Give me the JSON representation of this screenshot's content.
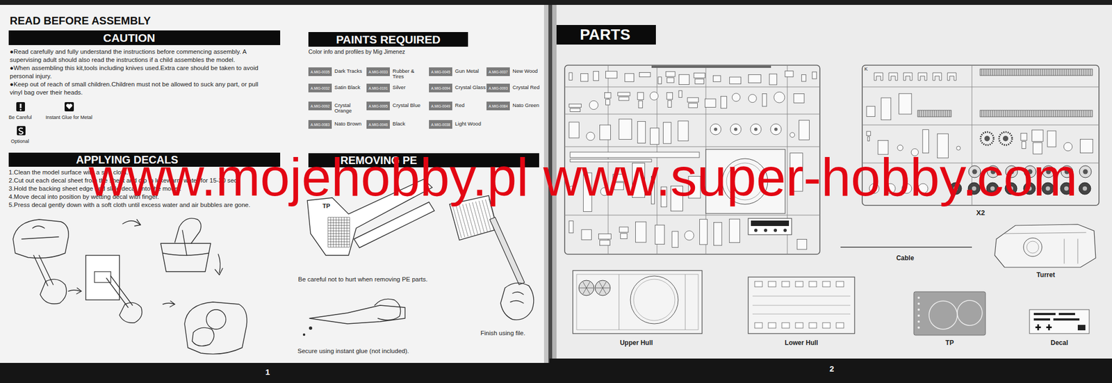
{
  "diagram": {
    "title": "READ BEFORE ASSEMBLY",
    "nodes": [
      {
        "text": [
          "CAUTION"
        ]
      },
      {
        "text": [
          "PAINTS REQUIRED"
        ]
      },
      {
        "text": [
          "A.MIG-0035",
          "Dark Tracks"
        ]
      },
      {
        "text": [
          "A.MIG-0033",
          "Rubber & Tires"
        ]
      },
      {
        "text": [
          "A.MIG-0045",
          "Gun Metal"
        ]
      },
      {
        "text": [
          "A.MIG-0037",
          "New Wood"
        ]
      },
      {
        "text": [
          "A.MIG-0032",
          "Satin Black"
        ]
      },
      {
        "text": [
          "A.MIG-0191",
          "Silver"
        ]
      },
      {
        "text": [
          "A.MIG-0094",
          "Crystal Glass"
        ]
      },
      {
        "text": [
          "A.MIG-0093",
          "Crystal Red"
        ]
      },
      {
        "text": [
          "A.MIG-0092",
          "Crystal Orange"
        ]
      },
      {
        "text": [
          "A.MIG-0095",
          "Crystal Blue"
        ]
      },
      {
        "text": [
          "A.MIG-0049",
          "Red"
        ]
      },
      {
        "text": [
          "A.MIG-0084",
          "Nato Green"
        ]
      },
      {
        "text": [
          "A.MIG-0083",
          "Nato Brown"
        ]
      },
      {
        "text": [
          "A.MIG-0046",
          "Black"
        ]
      },
      {
        "text": [
          "A.MIG-0038",
          "Light Wood"
        ]
      },
      {
        "text": [
          "APPLYING DECALS"
        ]
      },
      {
        "text": [
          "REMOVING PE"
        ]
      },
      {
        "text": [
          "PARTS"
        ]
      }
    ],
    "labels": [
      "●Read carefully and fully understand the instructions before commencing assembly. A supervising adult should also read the instructions if a child assembles the model.",
      "●When assembling this kit,tools including knives used.Extra care should be taken to avoid personal injury.",
      "●Keep out of reach of small children.Children must not be allowed to suck any part, or pull vinyl bag over their heads.",
      "Be Careful",
      "Instant Glue for Metal",
      "Optional",
      "Color info and profiles by Mig Jimenez",
      "1.Clean the model surface with a soft cloth.",
      "2.Cut out each decal sheet from the sheet and dip in lukewarm water for 15-20 sec.",
      "3.Hold the backing sheet edge and slide decal onto the model.",
      "4.Move decal into position by wetting decal with finger.",
      "5.Press decal gently down with a soft cloth until excess water and air bubbles are gone.",
      "TP",
      "Be careful not to hurt when removing PE parts.",
      "Secure using instant glue (not included).",
      "Finish using file.",
      "www.mojehobby.pl www.super-hobby.com",
      "K",
      "X2",
      "Cable",
      "Turret",
      "Upper Hull",
      "Lower Hull",
      "TP",
      "Decal",
      "1",
      "2"
    ]
  }
}
